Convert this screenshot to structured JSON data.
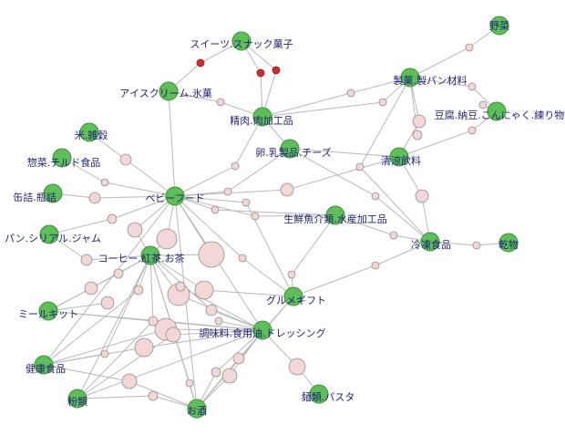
{
  "graph": {
    "colors": {
      "category_node": "#5cbf57",
      "rule_node": "#f3d6d6",
      "highlight_node": "#d42a2a",
      "edge": "#b8b8b8",
      "label": "#23237a"
    },
    "categories": [
      {
        "id": "vegetables",
        "label": "野菜"
      },
      {
        "id": "sweets",
        "label": "スイーツ.スナック菓子"
      },
      {
        "id": "confectionery",
        "label": "製菓.製パン材料"
      },
      {
        "id": "icecream",
        "label": "アイスクリーム.氷菓"
      },
      {
        "id": "meat",
        "label": "精肉.肉加工品"
      },
      {
        "id": "tofu",
        "label": "豆腐.納豆.こんにゃく.練り物"
      },
      {
        "id": "rice",
        "label": "米.雑穀"
      },
      {
        "id": "eggs",
        "label": "卵.乳製品.チーズ"
      },
      {
        "id": "softdrinks",
        "label": "清涼飲料"
      },
      {
        "id": "deli",
        "label": "惣菜.チルド食品"
      },
      {
        "id": "canned",
        "label": "缶詰.瓶詰"
      },
      {
        "id": "babyfood",
        "label": "ベビーフード"
      },
      {
        "id": "seafood",
        "label": "生鮮魚介類.水産加工品"
      },
      {
        "id": "bread",
        "label": "パン.シリアル.ジャム"
      },
      {
        "id": "frozen",
        "label": "冷凍食品"
      },
      {
        "id": "dried",
        "label": "乾物"
      },
      {
        "id": "coffee",
        "label": "コーヒー.紅茶.お茶"
      },
      {
        "id": "gourmet",
        "label": "グルメギフト"
      },
      {
        "id": "mealkit",
        "label": "ミールキット"
      },
      {
        "id": "seasoning",
        "label": "調味料.食用油.ドレッシング"
      },
      {
        "id": "health",
        "label": "健康食品"
      },
      {
        "id": "noodles",
        "label": "麺類.パスタ"
      },
      {
        "id": "flour",
        "label": "粉類"
      },
      {
        "id": "alcohol",
        "label": "お酒"
      }
    ]
  }
}
